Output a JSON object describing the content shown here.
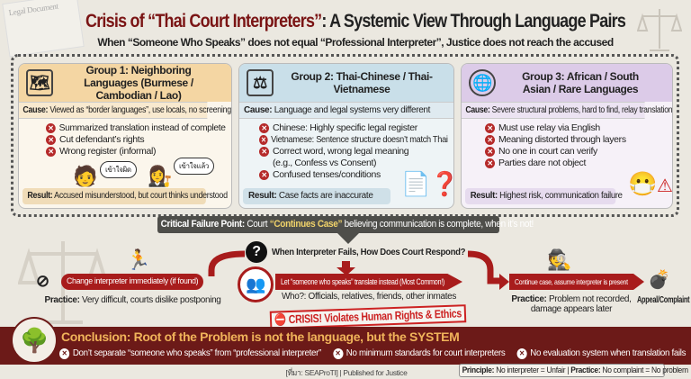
{
  "header": {
    "title_part1": "Crisis of “Thai Court Interpreters”",
    "title_part2": ": A Systemic View Through Language Pairs",
    "subtitle": "When “Someone Who Speaks” does not equal “Professional Interpreter”, Justice does not reach the accused",
    "doc_watermark": "Legal Document"
  },
  "groups": [
    {
      "title": "Group 1: Neighboring Languages (Burmese / Cambodian / Lao)",
      "cause_label": "Cause:",
      "cause": "Viewed as “border languages”, use locals, no screening",
      "items": [
        "Summarized translation instead of complete",
        "Cut defendant’s rights",
        "Wrong register (informal)"
      ],
      "bubble_left": "เข้าใจผิด",
      "bubble_right": "เข้าใจแล้ว",
      "result_label": "Result:",
      "result": "Accused misunderstood, but court thinks understood",
      "icon": "map-icon",
      "color": "#f4d6a3"
    },
    {
      "title": "Group 2: Thai-Chinese / Thai-Vietnamese",
      "cause_label": "Cause:",
      "cause": "Language and legal systems very different",
      "items": [
        "Chinese: Highly specific legal register",
        "Vietnamese: Sentence structure doesn’t match Thai",
        "Correct word, wrong legal meaning (e.g., Confess vs Consent)",
        "Confused tenses/conditions"
      ],
      "result_label": "Result:",
      "result": "Case facts are inaccurate",
      "icon": "legal-document-gear-icon",
      "color": "#c9dfe9"
    },
    {
      "title": "Group 3: African / South Asian / Rare Languages",
      "cause_label": "Cause:",
      "cause": "Severe structural problems, hard to find, relay translation",
      "items": [
        "Must use relay via English",
        "Meaning distorted through layers",
        "No one in court can verify",
        "Parties dare not object"
      ],
      "result_label": "Result:",
      "result": "Highest risk, communication failure",
      "icon": "globe-question-icon",
      "color": "#dccbe8"
    }
  ],
  "critical": {
    "label": "Critical Failure Point:",
    "pre": "Court",
    "highlight": "“Continues Case”",
    "post": "believing communication is complete, when it’s not!"
  },
  "flow": {
    "question": "When Interpreter Fails, How Does Court Respond?",
    "left": {
      "action": "Change interpreter immediately (if found)",
      "practice_label": "Practice:",
      "practice": "Very difficult, courts dislike postponing"
    },
    "middle": {
      "action": "Let “someone who speaks” translate instead (Most Common!)",
      "who": "Who?: Officials, relatives, friends, other inmates",
      "stamp": "CRISIS! Violates Human Rights & Ethics"
    },
    "right": {
      "action": "Continue case, assume interpreter is present",
      "practice_label": "Practice:",
      "practice": "Problem not recorded, damage appears later",
      "outcome": "Appeal/Complaint"
    }
  },
  "conclusion": {
    "title": "Conclusion: Root of the Problem is not the language, but the SYSTEM",
    "items": [
      "Don’t separate “someone who speaks” from “professional interpreter”",
      "No minimum standards for court interpreters",
      "No evaluation system when translation fails"
    ]
  },
  "principle": {
    "label1": "Principle:",
    "text1": "No interpreter = Unfair",
    "sep": "|",
    "label2": "Practice:",
    "text2": "No complaint = No problem"
  },
  "source": "[ที่มา: SEAProTI] | Published for Justice",
  "colors": {
    "accent_red": "#a81c1c",
    "title_red": "#7a1414",
    "band": "#6c1a18"
  }
}
